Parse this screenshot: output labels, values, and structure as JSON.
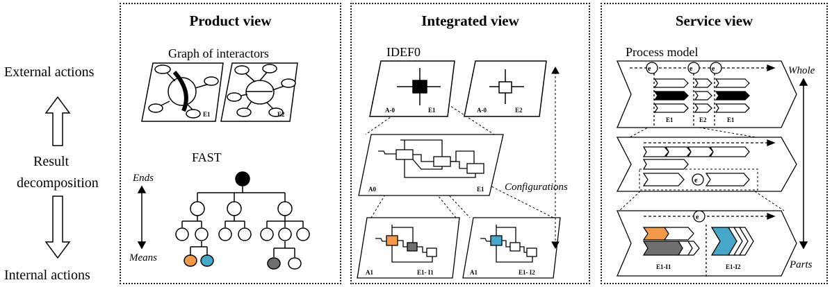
{
  "left_axis": {
    "external": "External actions",
    "result": "Result",
    "decomposition": "decomposition",
    "internal": "Internal actions"
  },
  "product": {
    "title": "Product view",
    "graph_label": "Graph of interactors",
    "graph_tags": [
      "E1",
      "E2"
    ],
    "fast_label": "FAST",
    "ends": "Ends",
    "means": "Means"
  },
  "integrated": {
    "title": "Integrated view",
    "idef_label": "IDEF0",
    "top_left": {
      "node": "A-0",
      "tag": "E1"
    },
    "top_right": {
      "node": "A-0",
      "tag": "E2"
    },
    "middle": {
      "node": "A0",
      "tag": "E1"
    },
    "bottom_left": {
      "node": "A1",
      "tag": "E1- I1"
    },
    "bottom_right": {
      "node": "A1",
      "tag": "E1- I2"
    },
    "configurations": "Configurations"
  },
  "service": {
    "title": "Service view",
    "process_label": "Process model",
    "top_tags": [
      "E1",
      "E2",
      "E1"
    ],
    "bottom_tags": [
      "E1-I1",
      "E1-I2"
    ],
    "event_symbol": "e",
    "whole": "Whole",
    "parts": "Parts"
  },
  "colors": {
    "orange": "#f39a4a",
    "blue": "#46a7c9",
    "gray": "#6f6f6f",
    "black": "#000000"
  }
}
